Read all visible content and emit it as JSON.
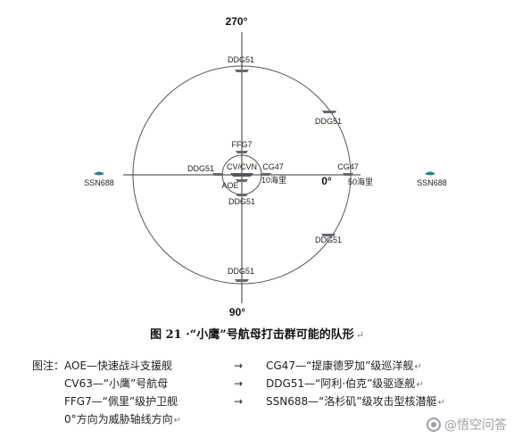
{
  "diagram": {
    "bearings": {
      "top": "270°",
      "bottom": "90°",
      "right": "0°"
    },
    "ranges": {
      "inner": "10海里",
      "outer": "50海里"
    },
    "ships": {
      "ddg_top": "DDG51",
      "ddg_upper_right": "DDG51",
      "ddg_lower_right": "DDG51",
      "ddg_bottom": "DDG51",
      "ffg": "FFG7",
      "carrier": "CV/CVN",
      "aoe": "AOE",
      "ddg_inner_left": "DDG51",
      "ddg_inner_bottom": "DDG51",
      "cg_inner": "CG47",
      "cg_outer": "CG47",
      "ssn_left": "SSN688",
      "ssn_right": "SSN688"
    }
  },
  "caption": {
    "text": "图 21 ·“小鹰”号航母打击群可能的队形",
    "return_mark": "↵"
  },
  "legend": {
    "prefix": "图注：",
    "rows": [
      {
        "left": "AOE—快速战斗支援舰",
        "right": "CG47—“提康德罗加”级巡洋舰"
      },
      {
        "left": "CV63—“小鹰”号航母",
        "right": "DDG51—“阿利·伯克”级驱逐舰"
      },
      {
        "left": "FFG7—“佩里”级护卫舰",
        "right": "SSN688—“洛杉矶”级攻击型核潜艇"
      }
    ],
    "note": "0°方向为威胁轴线方向",
    "arrow": "→",
    "return_mark": "↵"
  },
  "watermark": {
    "text": "@悟空问答"
  }
}
